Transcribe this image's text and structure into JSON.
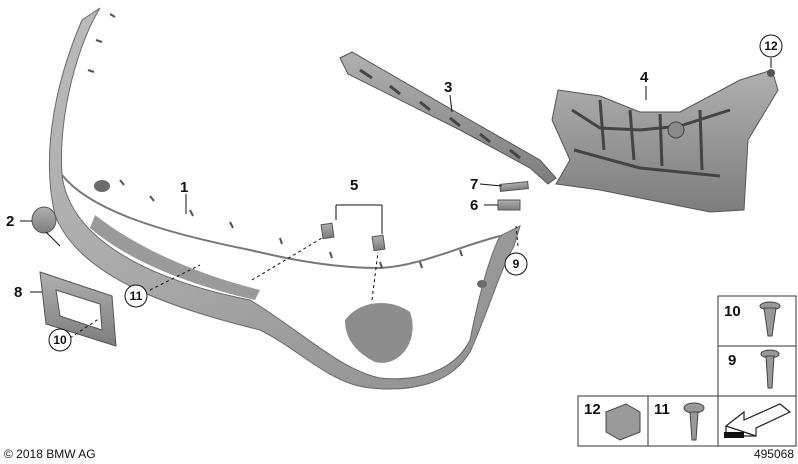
{
  "parts": [
    {
      "id": "p1",
      "label": "1"
    },
    {
      "id": "p2",
      "label": "2"
    },
    {
      "id": "p3",
      "label": "3"
    },
    {
      "id": "p4",
      "label": "4"
    },
    {
      "id": "p5",
      "label": "5"
    },
    {
      "id": "p6",
      "label": "6"
    },
    {
      "id": "p7",
      "label": "7"
    },
    {
      "id": "p8",
      "label": "8"
    },
    {
      "id": "p9",
      "label": "9"
    },
    {
      "id": "p10",
      "label": "10"
    },
    {
      "id": "p11",
      "label": "11"
    },
    {
      "id": "p12",
      "label": "12"
    }
  ],
  "legend": {
    "screw_10": "10",
    "screw_9": "9",
    "nut_12": "12",
    "screw_11": "11"
  },
  "footer": {
    "copyright": "© 2018 BMW AG",
    "diagram_number": "495068"
  }
}
